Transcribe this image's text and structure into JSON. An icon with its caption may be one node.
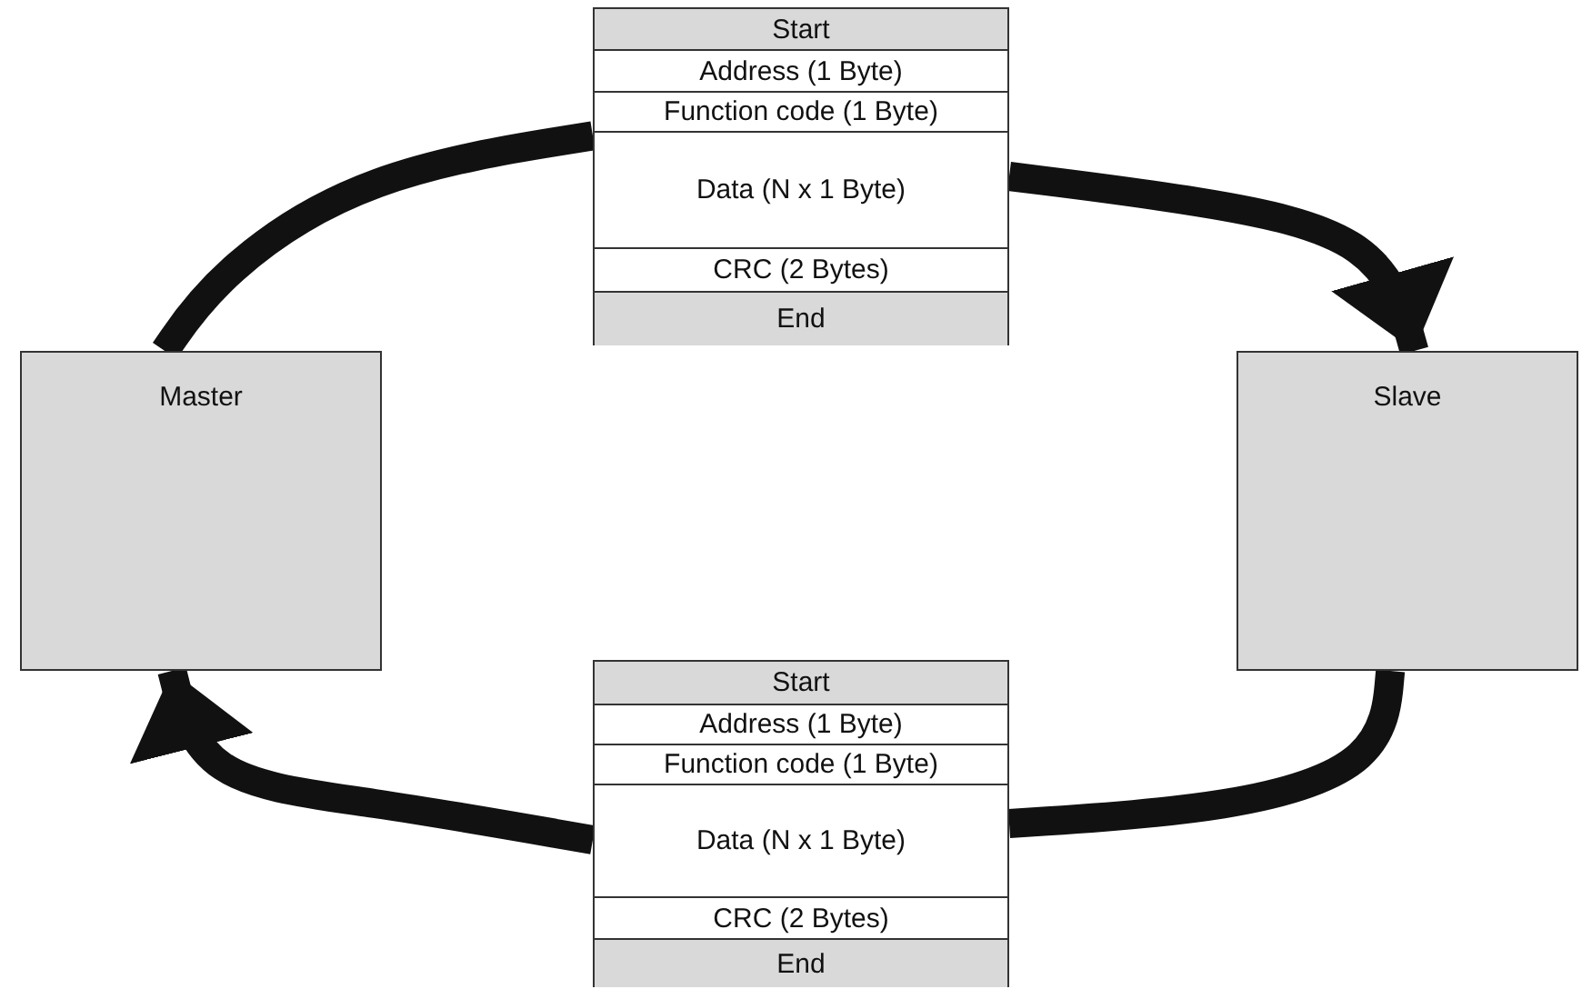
{
  "diagram": {
    "nodes": [
      {
        "text": [
          "Master"
        ]
      },
      {
        "text": [
          "Slave"
        ]
      },
      {
        "text": [],
        "shape": "box"
      },
      {
        "text": [
          "Start"
        ],
        "in": 2
      },
      {
        "text": [
          "Address (1 Byte)"
        ],
        "in": 2
      },
      {
        "text": [
          "Function code (1 Byte)"
        ],
        "in": 2
      },
      {
        "text": [
          "Data (N x 1 Byte)"
        ],
        "in": 2
      },
      {
        "text": [
          "CRC (2 Bytes)"
        ],
        "in": 2
      },
      {
        "text": [
          "End"
        ],
        "in": 2
      },
      {
        "text": [],
        "shape": "box"
      },
      {
        "text": [
          "Start"
        ],
        "in": 9
      },
      {
        "text": [
          "Address (1 Byte)"
        ],
        "in": 9
      },
      {
        "text": [
          "Function code (1 Byte)"
        ],
        "in": 9
      },
      {
        "text": [
          "Data (N x 1 Byte)"
        ],
        "in": 9
      },
      {
        "text": [
          "CRC (2 Bytes)"
        ],
        "in": 9
      },
      {
        "text": [
          "End"
        ],
        "in": 9
      }
    ],
    "edges": [
      {
        "from": 0,
        "to": 2,
        "arrow": "none"
      },
      {
        "from": 2,
        "to": 1,
        "arrow": "to"
      },
      {
        "from": 1,
        "to": 9,
        "arrow": "none"
      },
      {
        "from": 9,
        "to": 0,
        "arrow": "to"
      }
    ]
  }
}
